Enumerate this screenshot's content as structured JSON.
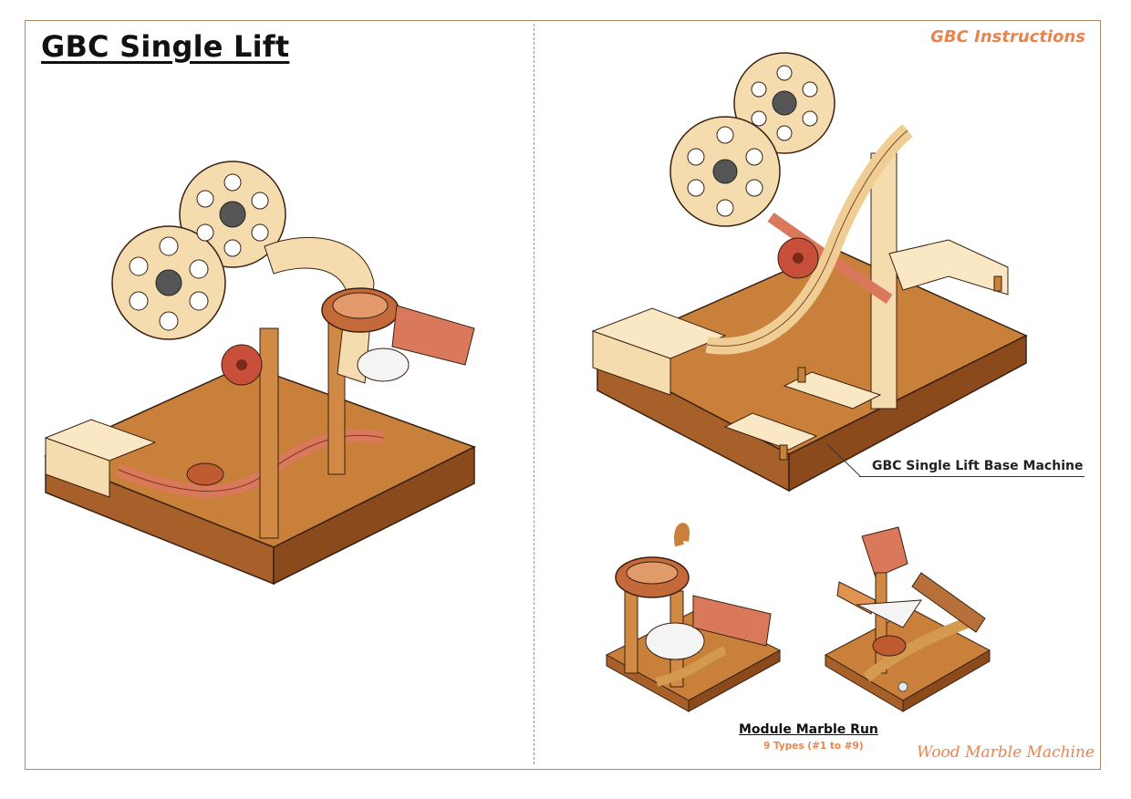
{
  "title": "GBC Single Lift",
  "brand": "GBC Instructions",
  "base_machine_label": "GBC Single Lift Base Machine",
  "module": {
    "title": "Module Marble Run",
    "subtitle": "9 Types (#1 to #9)"
  },
  "footer_brand": "Wood Marble Machine",
  "colors": {
    "wood": "#c8803a",
    "wood_dark": "#8a4a1c",
    "light_wood": "#f5dcae",
    "copper": "#d9785a",
    "accent": "#e8844e",
    "border": "#b0856a"
  }
}
